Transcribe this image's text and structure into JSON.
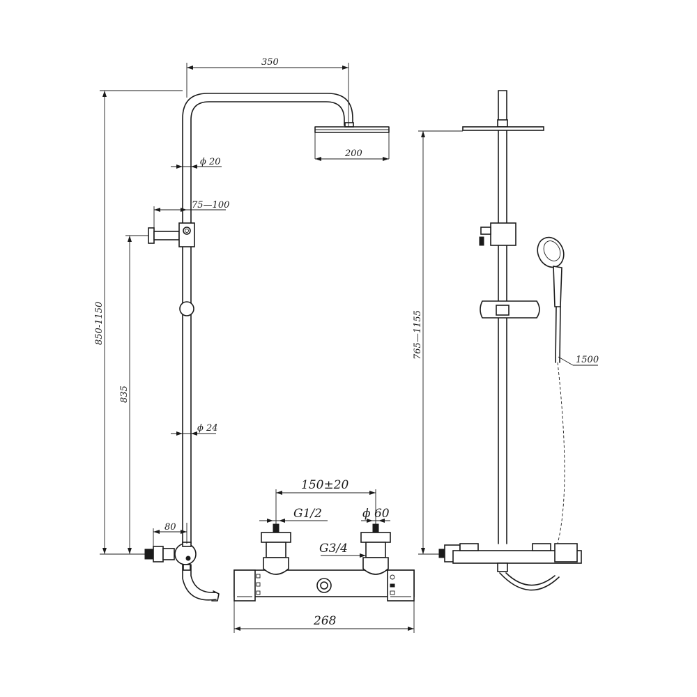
{
  "dimensions": {
    "arm_projection": "350",
    "head_diameter": "200",
    "pipe_upper_diameter": "ϕ 20",
    "bracket_offset": "75—100",
    "overall_height_range": "850-1150",
    "bracket_height": "835",
    "pipe_lower_diameter": "ϕ 24",
    "valve_offset": "80",
    "inlet_centres": "150±20",
    "inlet_thread": "G1/2",
    "escutcheon_diameter": "ϕ 60",
    "outlet_thread": "G3/4",
    "valve_width": "268",
    "side_height_range": "765—1155",
    "hose_length": "1500"
  }
}
